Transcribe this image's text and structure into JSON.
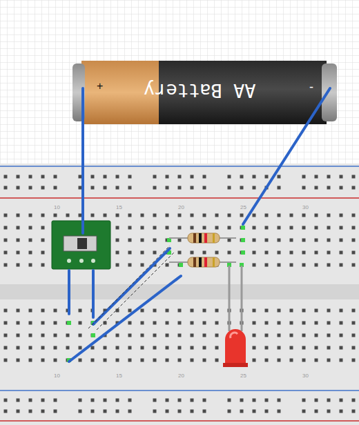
{
  "diagram": {
    "nodes": [
      {
        "text": [
          "+",
          "AA Battery",
          "-"
        ]
      }
    ],
    "labels": [
      "10",
      "15",
      "20",
      "25",
      "30",
      "10",
      "15",
      "20",
      "25",
      "30"
    ]
  }
}
